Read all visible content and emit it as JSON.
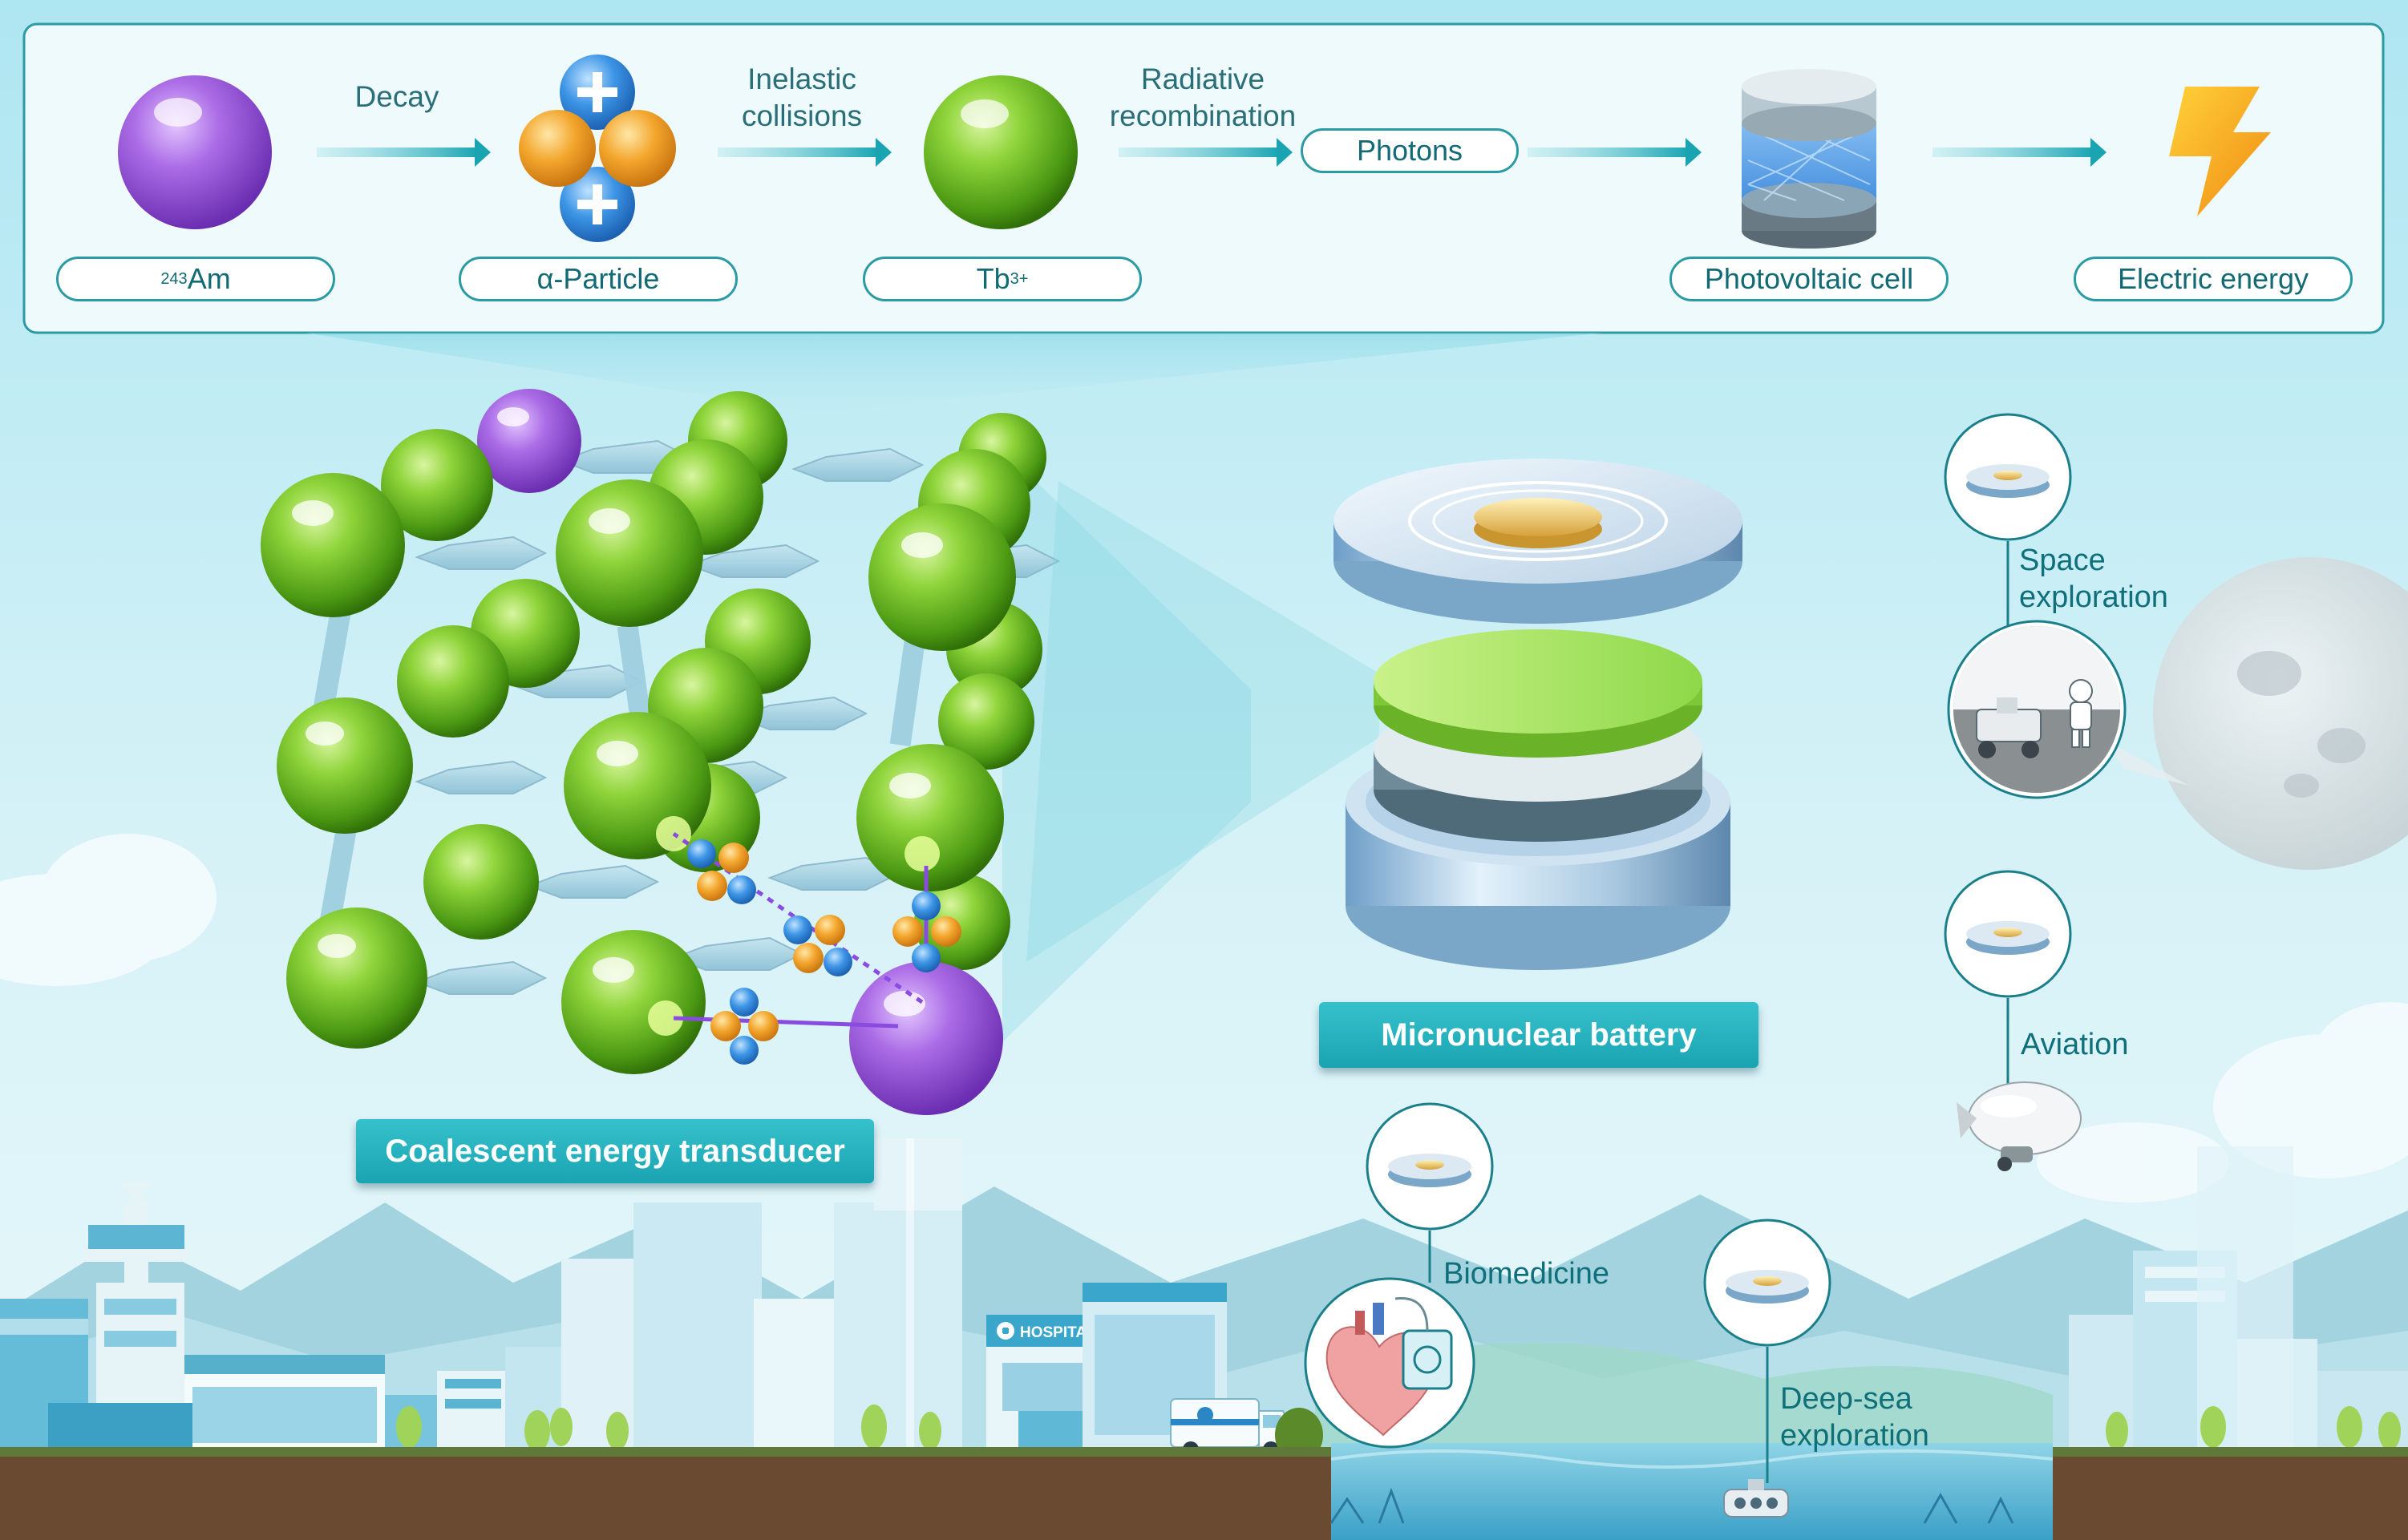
{
  "flow": {
    "am_label_sup": "243",
    "am_label_main": "Am",
    "decay_label": "Decay",
    "alpha_label": "α-Particle",
    "inelastic_label_line1": "Inelastic",
    "inelastic_label_line2": "collisions",
    "tb_label_main": "Tb",
    "tb_label_sup": "3+",
    "radiative_label_line1": "Radiative",
    "radiative_label_line2": "recombination",
    "photons_label": "Photons",
    "pv_label": "Photovoltaic cell",
    "electric_label": "Electric energy"
  },
  "transducer": {
    "title": "Coalescent energy transducer"
  },
  "battery": {
    "title": "Micronuclear battery"
  },
  "applications": {
    "space": {
      "line1": "Space",
      "line2": "exploration"
    },
    "aviation": {
      "label": "Aviation"
    },
    "biomedicine": {
      "label": "Biomedicine"
    },
    "deepsea": {
      "line1": "Deep-sea",
      "line2": "exploration"
    }
  },
  "city": {
    "hospital_sign": "HOSPITAL"
  },
  "colors": {
    "teal_accent": "#1aa4b2",
    "sky": "#c9eef6",
    "green_sphere": "#7cc92a",
    "purple_sphere": "#9a55d8",
    "alpha_blue": "#3b8fe0",
    "alpha_orange": "#f2a22a",
    "soil": "#6b4a32"
  },
  "icons": [
    "am-sphere-icon",
    "alpha-particle-icon",
    "tb-sphere-icon",
    "photovoltaic-cell-icon",
    "lightning-bolt-icon",
    "moon-icon",
    "astronaut-icon",
    "rover-icon",
    "airship-icon",
    "heart-icon",
    "submarine-icon",
    "hospital-icon",
    "ambulance-icon",
    "control-tower-icon"
  ]
}
